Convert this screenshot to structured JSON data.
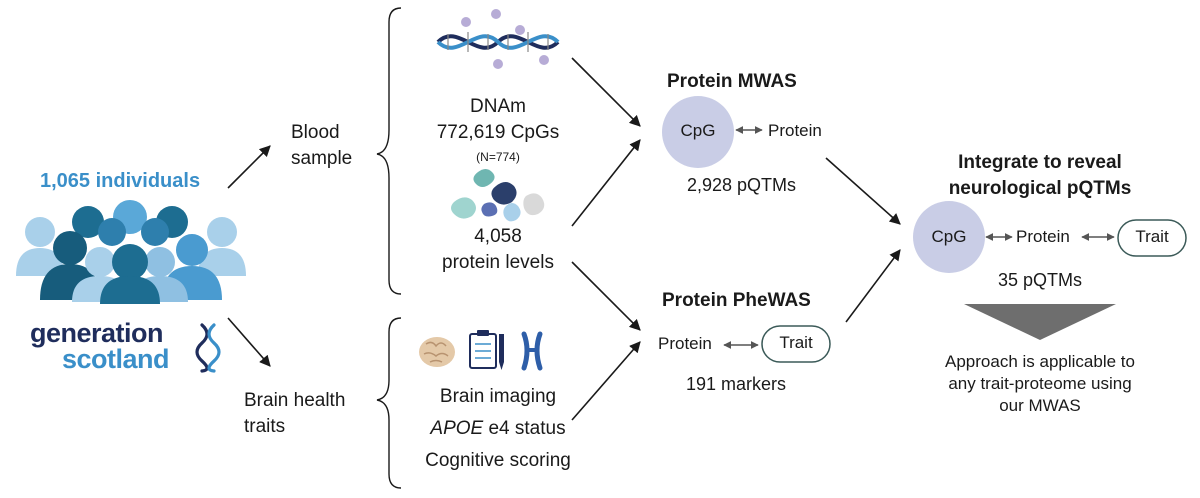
{
  "cohort": {
    "count_label": "1,065 individuals",
    "logo_line1": "generation",
    "logo_line2": "scotland"
  },
  "branches": {
    "blood_line1": "Blood",
    "blood_line2": "sample",
    "brain_line1": "Brain health",
    "brain_line2": "traits"
  },
  "blood_data": {
    "dnam_title": "DNAm",
    "dnam_cpgs": "772,619 CpGs",
    "dnam_n": "(N=774)",
    "protein_count": "4,058",
    "protein_label": "protein levels"
  },
  "brain_data": {
    "imaging": "Brain imaging",
    "apoe_gene": "APOE",
    "apoe_rest": " e4 status",
    "cognitive": "Cognitive scoring"
  },
  "mwas": {
    "title": "Protein MWAS",
    "cpg": "CpG",
    "protein": "Protein",
    "result": "2,928 pQTMs"
  },
  "phewas": {
    "title": "Protein PheWAS",
    "protein": "Protein",
    "trait": "Trait",
    "result": "191 markers"
  },
  "integrate": {
    "title_line1": "Integrate to reveal",
    "title_line2": "neurological pQTMs",
    "cpg": "CpG",
    "protein": "Protein",
    "trait": "Trait",
    "result": "35 pQTMs",
    "note_line1": "Approach is applicable to",
    "note_line2": "any trait-proteome using",
    "note_line3": "our MWAS"
  },
  "colors": {
    "cohort_blue": "#3a8fc9",
    "logo_navy": "#1f2d5c",
    "cpg_circle": "#c9cde6",
    "arrow": "#1a1a1a",
    "funnel": "#6e6e6e"
  }
}
